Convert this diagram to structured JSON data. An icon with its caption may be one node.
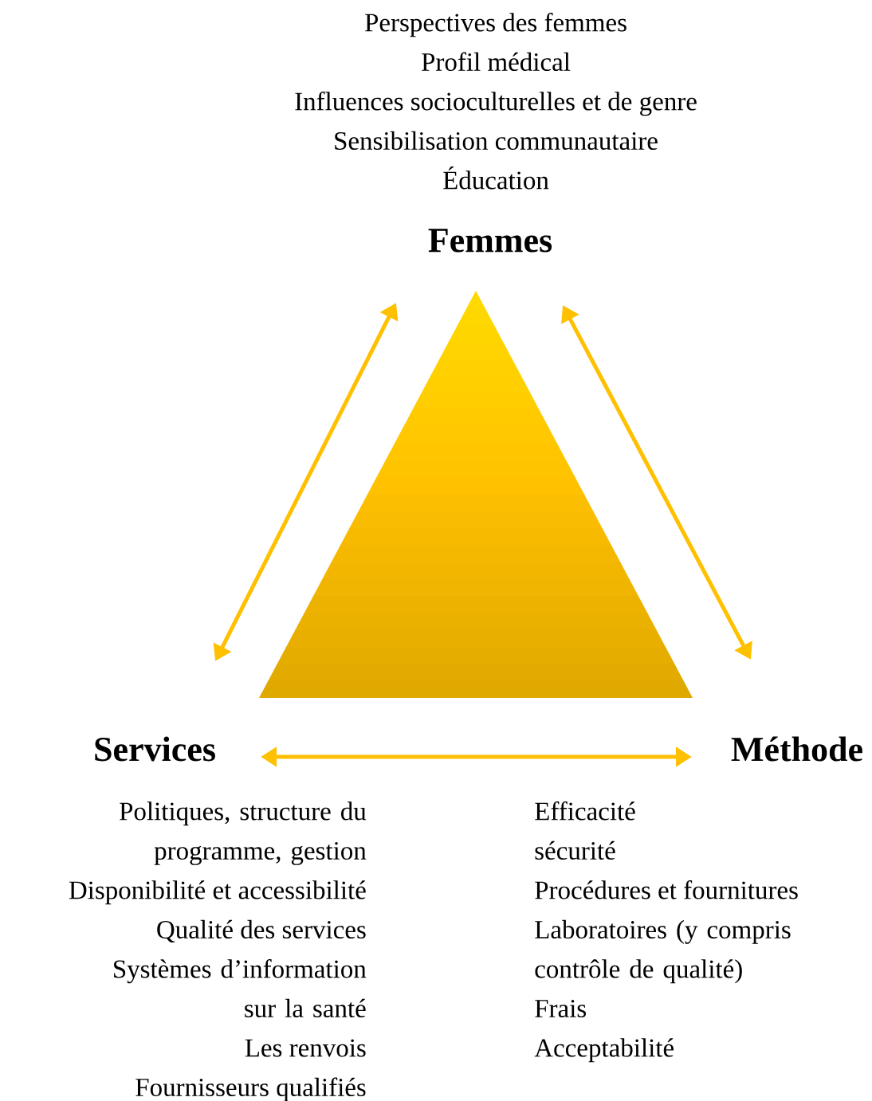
{
  "diagram": {
    "nodes": [
      {
        "text": [
          "Femmes"
        ],
        "beside": [
          "Perspectives des femmes",
          "Profil médical",
          "Influences socioculturelles et de genre",
          "Sensibilisation communautaire",
          "Éducation"
        ]
      },
      {
        "text": [
          "Services"
        ],
        "beside": [
          "Politiques, structure du programme, gestion",
          "Disponibilité et accessibilité",
          "Qualité des services",
          "Systèmes d’information sur la santé",
          "Les renvois",
          "Fournisseurs qualifiés"
        ]
      },
      {
        "text": [
          "Méthode"
        ],
        "beside": [
          "Efficacité",
          "sécurité",
          "Procédures et fournitures",
          "Laboratoires (y compris contrôle de qualité)",
          "Frais",
          "Acceptabilité"
        ]
      }
    ],
    "edges": [
      {
        "from": 0,
        "to": 1,
        "arrow": "both"
      },
      {
        "from": 0,
        "to": 2,
        "arrow": "both"
      },
      {
        "from": 1,
        "to": 2,
        "arrow": "both"
      }
    ]
  }
}
